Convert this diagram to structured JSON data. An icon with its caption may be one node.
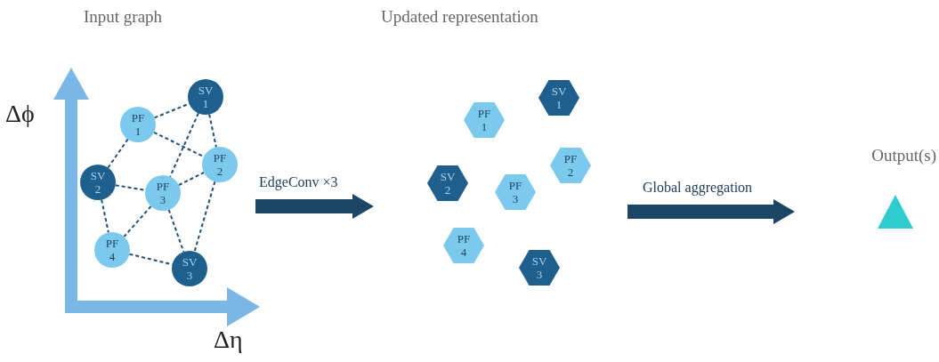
{
  "diagram": {
    "nodes": [
      {
        "text": [
          "PF 1"
        ]
      },
      {
        "text": [
          "SV 1"
        ]
      },
      {
        "text": [
          "PF 2"
        ]
      },
      {
        "text": [
          "SV 2"
        ]
      },
      {
        "text": [
          "PF 3"
        ]
      },
      {
        "text": [
          "PF 4"
        ]
      },
      {
        "text": [
          "SV 3"
        ]
      },
      {
        "text": [
          "SV 1"
        ]
      },
      {
        "text": [
          "PF 1"
        ]
      },
      {
        "text": [
          "PF 2"
        ]
      },
      {
        "text": [
          "SV 2"
        ]
      },
      {
        "text": [
          "PF 3"
        ]
      },
      {
        "text": [
          "PF 4"
        ]
      },
      {
        "text": [
          "SV 3"
        ]
      },
      {
        "text": [],
        "shape": "triangle",
        "beside": [
          "Output(s)"
        ]
      }
    ],
    "edges": [
      {
        "from": 0,
        "to": 1,
        "arrow": "none",
        "style": "dashed"
      },
      {
        "from": 0,
        "to": 2,
        "arrow": "none",
        "style": "dashed"
      },
      {
        "from": 0,
        "to": 3,
        "arrow": "none",
        "style": "dashed"
      },
      {
        "from": 1,
        "to": 2,
        "arrow": "none",
        "style": "dashed"
      },
      {
        "from": 1,
        "to": 4,
        "arrow": "none",
        "style": "dashed"
      },
      {
        "from": 4,
        "to": 2,
        "arrow": "none",
        "style": "dashed"
      },
      {
        "from": 3,
        "to": 4,
        "arrow": "none",
        "style": "dashed"
      },
      {
        "from": 3,
        "to": 5,
        "arrow": "none",
        "style": "dashed"
      },
      {
        "from": 4,
        "to": 5,
        "arrow": "none",
        "style": "dashed"
      },
      {
        "from": 4,
        "to": 6,
        "arrow": "none",
        "style": "dashed"
      },
      {
        "from": 2,
        "to": 6,
        "arrow": "none",
        "style": "dashed"
      },
      {
        "from": 5,
        "to": 6,
        "arrow": "none",
        "style": "dashed"
      }
    ],
    "labels": [
      "Input graph",
      "Updated representation",
      "Δϕ",
      "EdgeConv ×3",
      "Global aggregation",
      "Δη"
    ]
  }
}
